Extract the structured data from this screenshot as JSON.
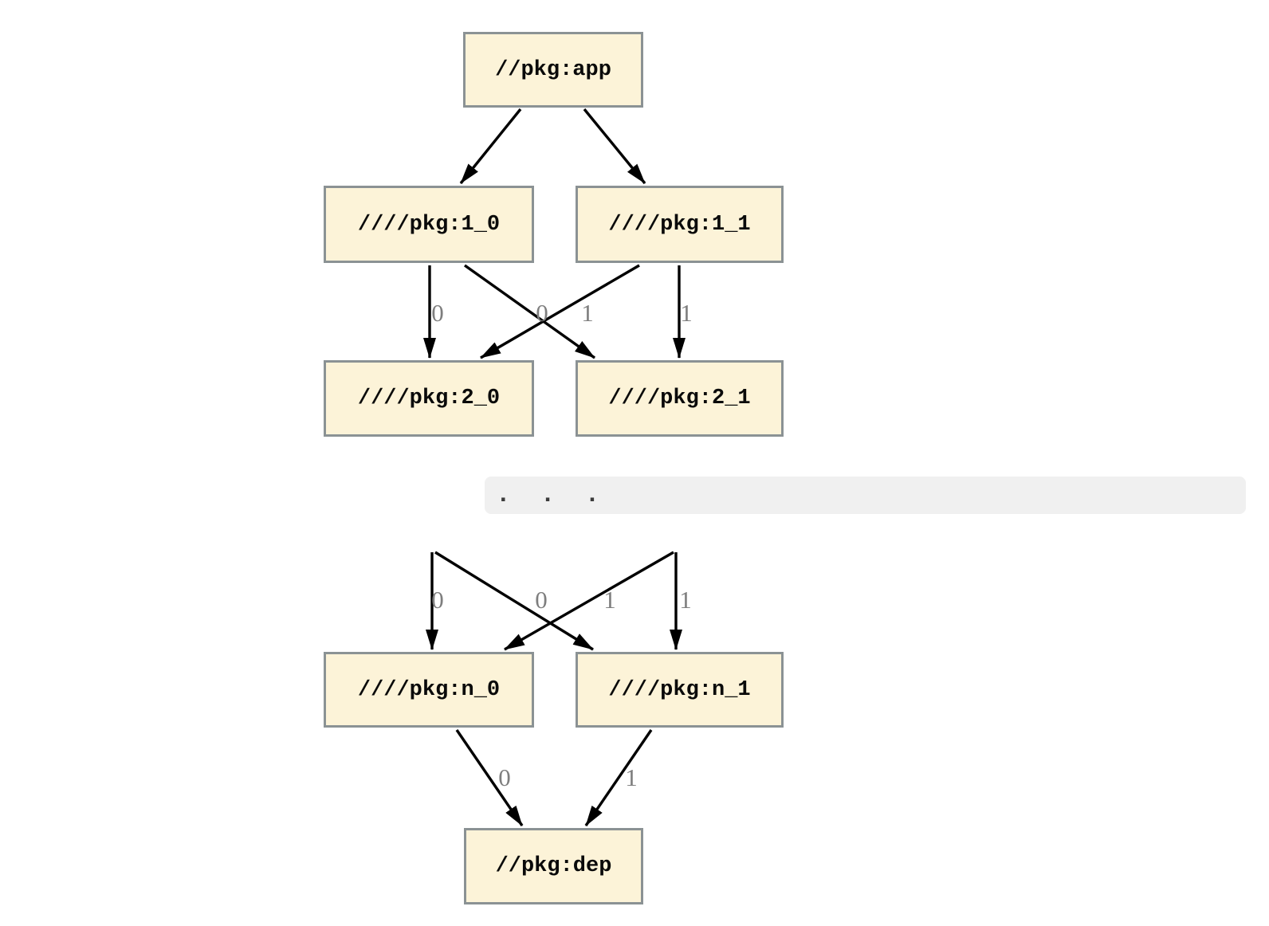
{
  "diagram": {
    "type": "dependency-graph",
    "nodes": {
      "app": {
        "label": "//pkg:app"
      },
      "l1_0": {
        "label": "////pkg:1_0"
      },
      "l1_1": {
        "label": "////pkg:1_1"
      },
      "l2_0": {
        "label": "////pkg:2_0"
      },
      "l2_1": {
        "label": "////pkg:2_1"
      },
      "ln_0": {
        "label": "////pkg:n_0"
      },
      "ln_1": {
        "label": "////pkg:n_1"
      },
      "dep": {
        "label": "//pkg:dep"
      }
    },
    "ellipsis": {
      "text": ".  .  ."
    },
    "edges": {
      "app_1_0": {
        "from": "//pkg:app",
        "to": "////pkg:1_0",
        "label": ""
      },
      "app_1_1": {
        "from": "//pkg:app",
        "to": "////pkg:1_1",
        "label": ""
      },
      "e1_0_2_0": {
        "from": "////pkg:1_0",
        "to": "////pkg:2_0",
        "label": "0"
      },
      "e1_0_2_1": {
        "from": "////pkg:1_0",
        "to": "////pkg:2_1",
        "label": "1"
      },
      "e1_1_2_0": {
        "from": "////pkg:1_1",
        "to": "////pkg:2_0",
        "label": "0"
      },
      "e1_1_2_1": {
        "from": "////pkg:1_1",
        "to": "////pkg:2_1",
        "label": "1"
      },
      "left_n_0": {
        "from": "ellipsis",
        "to": "////pkg:n_0",
        "label": "0"
      },
      "left_n_1": {
        "from": "ellipsis",
        "to": "////pkg:n_1",
        "label": "1"
      },
      "right_n_0": {
        "from": "ellipsis",
        "to": "////pkg:n_0",
        "label": "0"
      },
      "right_n_1": {
        "from": "ellipsis",
        "to": "////pkg:n_1",
        "label": "1"
      },
      "n_0_dep": {
        "from": "////pkg:n_0",
        "to": "//pkg:dep",
        "label": "0"
      },
      "n_1_dep": {
        "from": "////pkg:n_1",
        "to": "//pkg:dep",
        "label": "1"
      }
    },
    "colors": {
      "background": "#ffffff",
      "node_fill": "#fcf3d8",
      "node_border": "#8b9294",
      "edge": "#000000",
      "edge_label": "#7e7e7e",
      "ellipsis_bg": "#f0f0f0",
      "ellipsis_text": "#3b3b3b"
    }
  }
}
